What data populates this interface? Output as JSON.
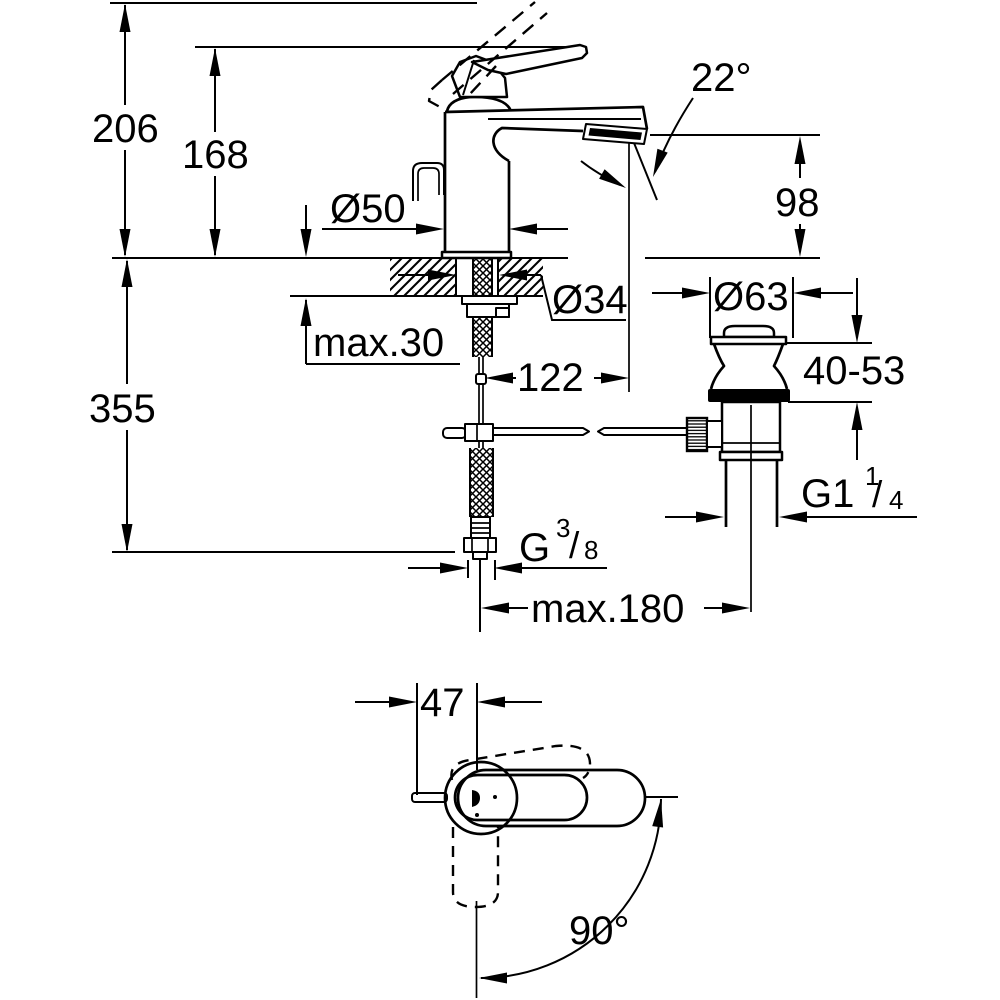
{
  "drawing": {
    "type": "technical-dimension-drawing",
    "subject": "single-lever basin mixer faucet with pop-up waste, side view and top view",
    "background_color": "#ffffff",
    "line_color": "#000000",
    "views": {
      "side": {
        "dims": {
          "overall_height": "206",
          "spout_tip_height": "168",
          "base_diameter": "Ø50",
          "spray_angle": "22°",
          "outlet_height": "98",
          "shank_diameter": "Ø34",
          "deck_thickness": "max.30",
          "spout_reach": "122",
          "waste_flange_diameter": "Ø63",
          "waste_clamp_range": "40-53",
          "below_deck_depth": "355",
          "hose_reach": "max.180",
          "waste_thread": {
            "base": "G1",
            "sup": "1",
            "slash": "/",
            "sub": "4"
          },
          "supply_thread": {
            "base": "G",
            "sup": "3",
            "slash": "/",
            "sub": "8"
          }
        }
      },
      "top": {
        "dims": {
          "handle_offset": "47",
          "swivel_angle": "90°"
        }
      }
    }
  }
}
